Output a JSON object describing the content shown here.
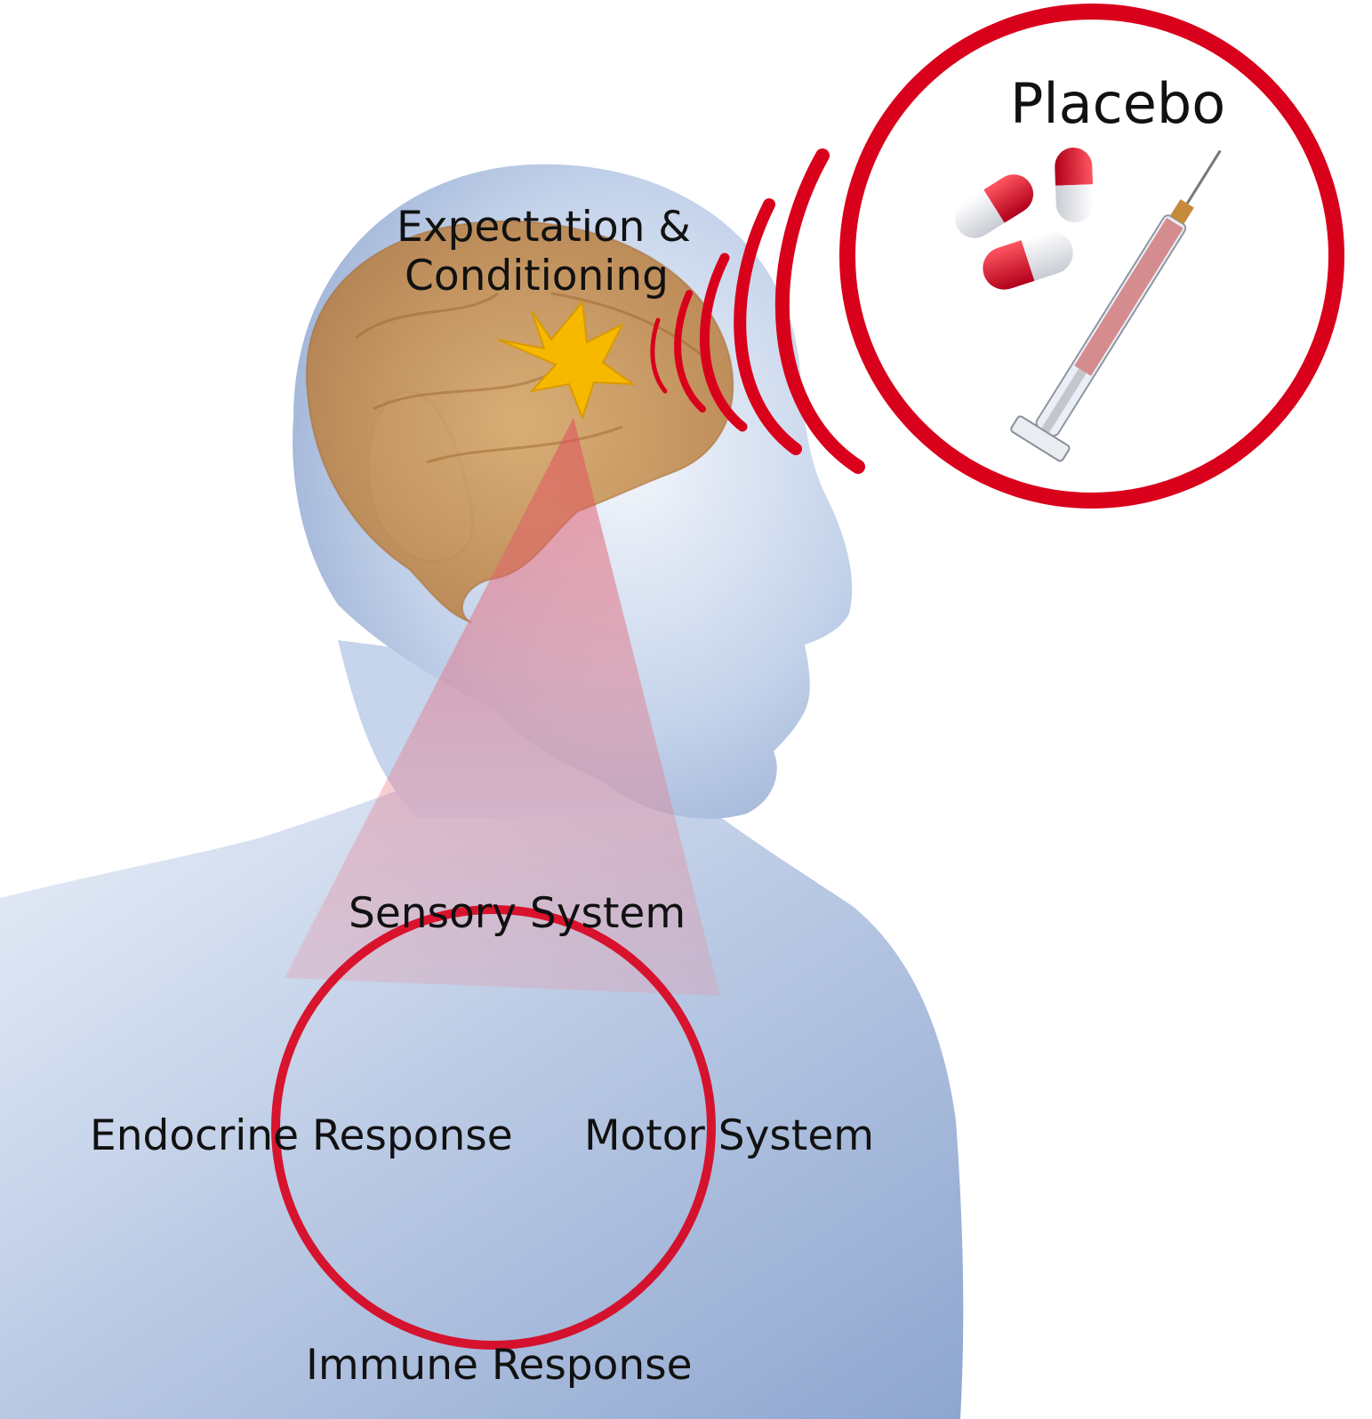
{
  "labels": {
    "placebo": "Placebo",
    "expectation_line1": "Expectation &",
    "expectation_line2": "Conditioning",
    "sensory": "Sensory System",
    "endocrine": "Endocrine Response",
    "motor": "Motor System",
    "immune": "Immune Response"
  },
  "colors": {
    "ring_red": "#d9001b",
    "body_blue": "#b7c9e6",
    "brain": "#c98f4c",
    "star": "#f7b800",
    "cone": "#e86b7a"
  },
  "icons": [
    "placebo-circle",
    "pill-icon",
    "syringe-icon",
    "brain-icon",
    "starburst-icon",
    "signal-waves-icon",
    "human-figure"
  ]
}
